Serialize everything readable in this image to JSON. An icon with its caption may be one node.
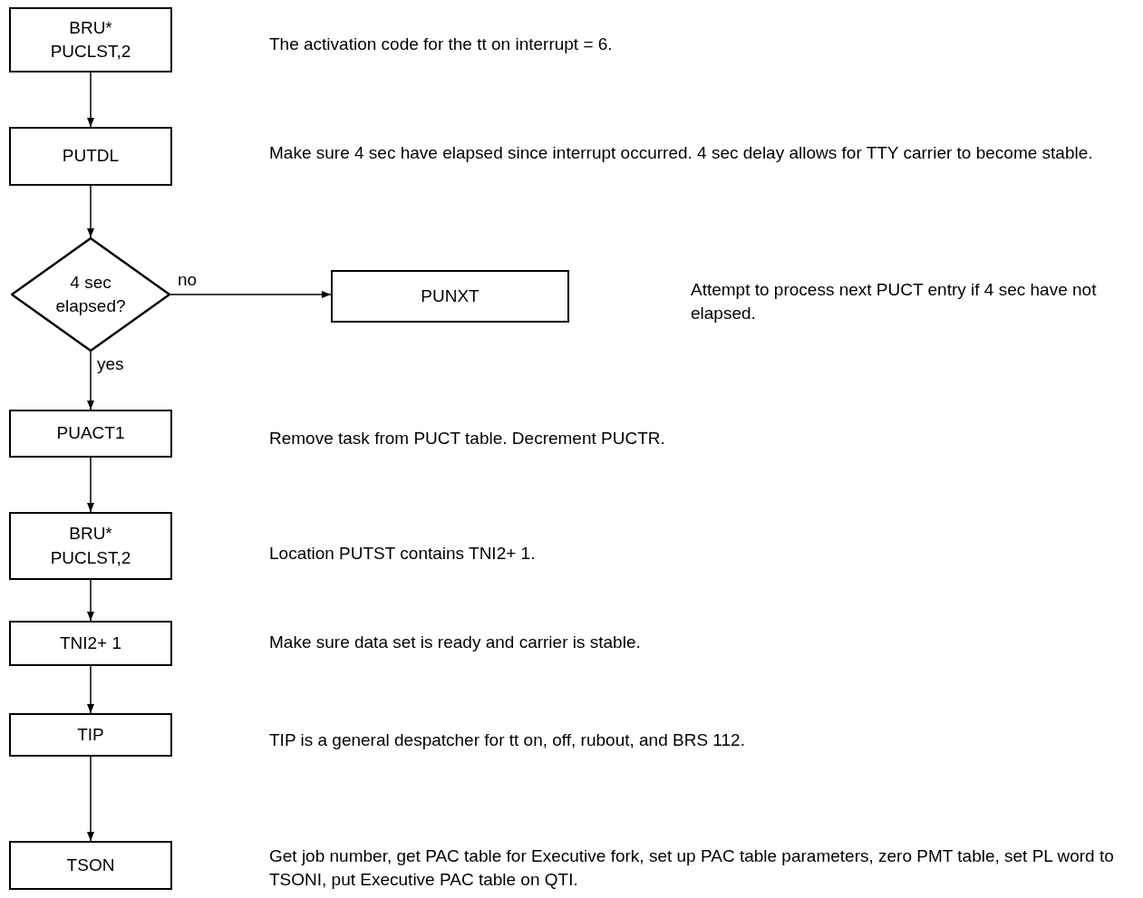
{
  "diagram": {
    "nodes": [
      {
        "text": [
          "BRU* PUCLST,2"
        ]
      },
      {
        "text": [
          "PUTDL"
        ]
      },
      {
        "text": [
          "4 sec elapsed?"
        ]
      },
      {
        "text": [
          "PUNXT"
        ]
      },
      {
        "text": [
          "PUACT1"
        ]
      },
      {
        "text": [
          "BRU* PUCLST,2"
        ]
      },
      {
        "text": [
          "TNI2+ 1"
        ]
      },
      {
        "text": [
          "TIP"
        ]
      },
      {
        "text": [
          "TSON"
        ]
      }
    ],
    "edges": [
      {
        "from": 0,
        "to": 1,
        "arrow": "to"
      },
      {
        "from": 1,
        "to": 2,
        "arrow": "to"
      },
      {
        "from": 2,
        "to": 3,
        "arrow": "to",
        "label": "no"
      },
      {
        "from": 2,
        "to": 4,
        "arrow": "to",
        "label": "yes"
      },
      {
        "from": 4,
        "to": 5,
        "arrow": "to"
      },
      {
        "from": 5,
        "to": 6,
        "arrow": "to"
      },
      {
        "from": 6,
        "to": 7,
        "arrow": "to"
      },
      {
        "from": 7,
        "to": 8,
        "arrow": "to"
      }
    ],
    "labels": [
      "The activation code for the tt on interrupt = 6.",
      "Make sure 4 sec have elapsed since interrupt occurred.  4 sec delay allows for TTY carrier to become stable.",
      "Attempt to process next PUCT entry if 4 sec have not elapsed.",
      "Remove task from PUCT table.  Decrement PUCTR.",
      "Location PUTST contains TNI2+ 1.",
      "Make sure data set is ready and carrier is stable.",
      "TIP is a general despatcher for tt on, off, rubout, and BRS 112.",
      "Get job number, get PAC table for Executive fork, set up PAC table parameters, zero PMT table, set PL word to TSONI, put Executive PAC table on QTI."
    ]
  }
}
